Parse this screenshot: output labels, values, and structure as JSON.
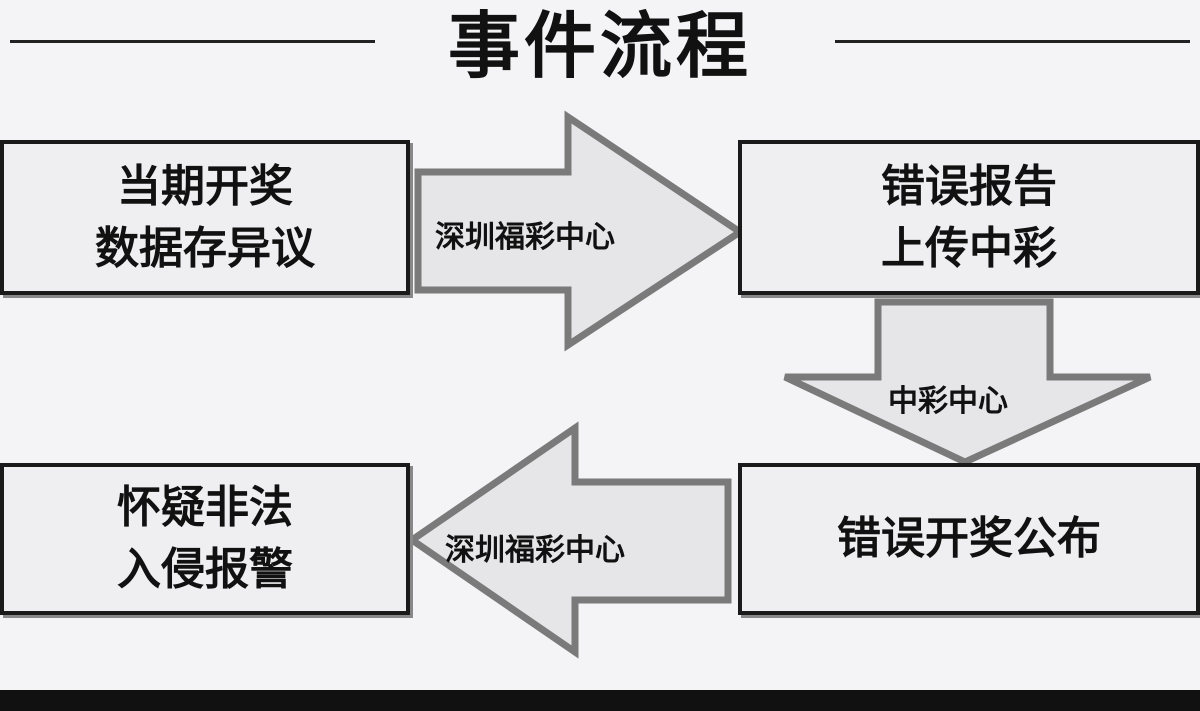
{
  "title": "事件流程",
  "nodes": {
    "start": {
      "line1": "当期开奖",
      "line2": "数据存异议"
    },
    "report": {
      "line1": "错误报告",
      "line2": "上传中彩"
    },
    "announce": {
      "line1": "错误开奖公布"
    },
    "alarm": {
      "line1": "怀疑非法",
      "line2": "入侵报警"
    }
  },
  "arrows": {
    "right": "深圳福彩中心",
    "down": "中彩中心",
    "left": "深圳福彩中心"
  }
}
